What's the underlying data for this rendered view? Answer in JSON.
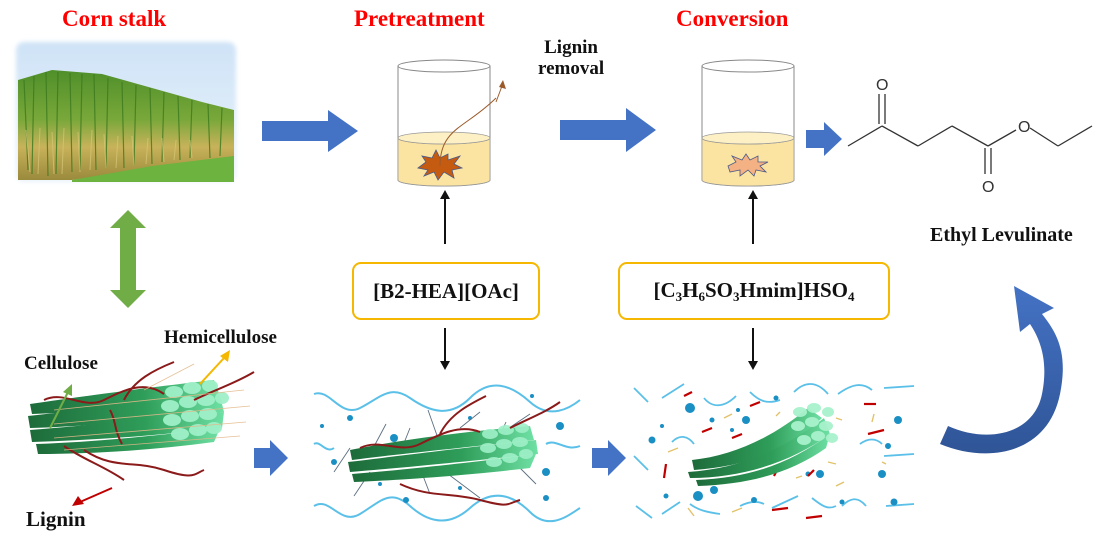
{
  "stages": {
    "corn_stalk": "Corn stalk",
    "pretreatment": "Pretreatment",
    "conversion": "Conversion"
  },
  "labels": {
    "lignin_removal_line1": "Lignin",
    "lignin_removal_line2": "removal",
    "product": "Ethyl Levulinate",
    "cellulose": "Cellulose",
    "hemicellulose": "Hemicellulose",
    "lignin": "Lignin"
  },
  "reagents": {
    "pretreatment_il": "[B2-HEA][OAc]",
    "conversion_il": {
      "parts": [
        "[C",
        "3",
        "H",
        "6",
        "SO",
        "3",
        "Hmim]HSO",
        "4"
      ]
    }
  },
  "molecule": {
    "name": "Ethyl Levulinate",
    "atom_labels": [
      "O",
      "O",
      "O"
    ]
  },
  "colors": {
    "title_red": "#ff0000",
    "flow_arrow_blue": "#4472c4",
    "bidirectional_arrow_green": "#70ad47",
    "reagent_border": "#f5b700",
    "liquid": "#fbe3a1",
    "lignin_chunk": "#c55a11",
    "lignin_chunk_small": "#f4b183",
    "water_blue": "#5bc0e8"
  }
}
